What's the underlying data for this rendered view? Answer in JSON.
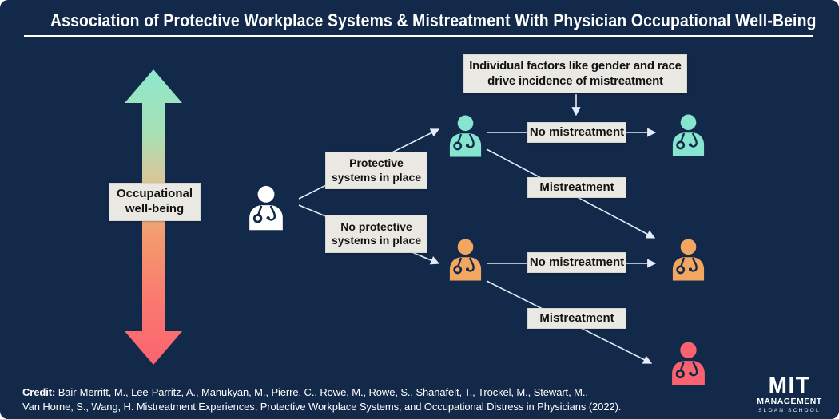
{
  "title": "Association of Protective Workplace Systems & Mistreatment With Physician Occupational Well-Being",
  "callout": "Individual factors like gender and race drive incidence of mistreatment",
  "axis": {
    "label": "Occupational well-being"
  },
  "branches": {
    "protective": "Protective systems in place",
    "no_protective": "No protective systems in place"
  },
  "outcomes": {
    "protective_none": "No mistreatment",
    "protective_mistreatment": "Mistreatment",
    "no_protective_none": "No mistreatment",
    "no_protective_mistreatment": "Mistreatment"
  },
  "icons": [
    "physician-icon-white",
    "physician-icon-teal-protected",
    "physician-icon-teal-wellbeing-high",
    "physician-icon-orange-unprotected",
    "physician-icon-orange-wellbeing-mid",
    "physician-icon-red-wellbeing-low",
    "gradient-double-arrow-icon"
  ],
  "credit": {
    "label": "Credit:",
    "line1_rest": " Bair-Merritt, M., Lee-Parritz, A., Manukyan, M., Pierre, C., Rowe, M., Rowe, S., Shanafelt, T., Trockel, M., Stewart, M.,",
    "line2": "Van Horne, S., Wang, H. Mistreatment Experiences, Protective Workplace Systems, and Occupational Distress in Physicians (2022)."
  },
  "logo": {
    "title": "MIT",
    "subtitle": "MANAGEMENT",
    "tagline": "SLOAN SCHOOL"
  },
  "colors": {
    "background": "#12294A",
    "box_bg": "#E9E8E2",
    "line": "#E4ECF9",
    "physician_white": "#FFFFFF",
    "physician_teal": "#87E4CE",
    "physician_orange": "#F2A660",
    "physician_red": "#F9636F",
    "arrow_top": "#8DE8CD",
    "arrow_mid": "#E2C295",
    "arrow_bottom": "#FB6370"
  }
}
